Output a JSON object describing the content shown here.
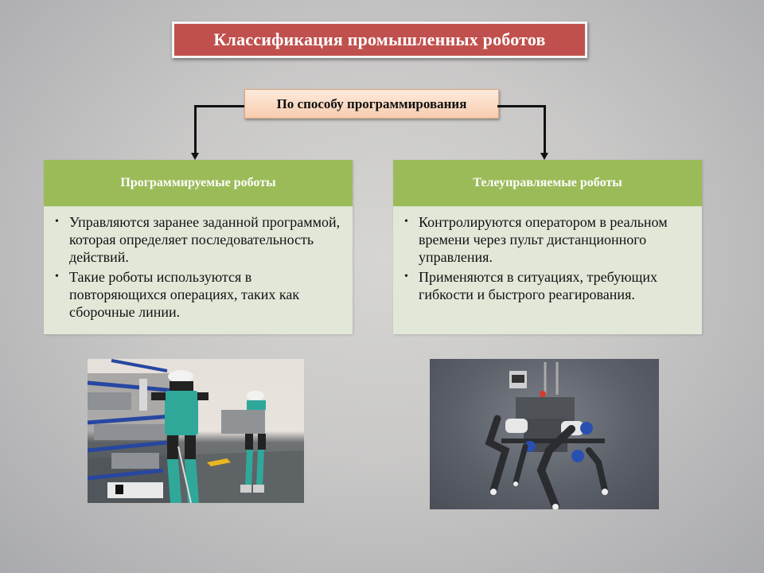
{
  "slide": {
    "title": "Классификация промышленных роботов",
    "subtitle": "По способу программирования",
    "colors": {
      "title_bg": "#c0504d",
      "subtitle_bg": "#f9d8c0",
      "card_header_bg": "#9bbb59",
      "card_body_bg": "#e1e8d8"
    }
  },
  "cards": [
    {
      "header": "Программируемые роботы",
      "bullets": [
        "Управляются заранее заданной программой, которая определяет последовательность действий.",
        "Такие роботы используются в повторяющихся операциях, таких как сборочные линии."
      ]
    },
    {
      "header": "Телеуправляемые роботы",
      "bullets": [
        "Контролируются оператором в реальном времени через пульт дистанционного управления.",
        "Применяются в ситуациях, требующих гибкости и быстрого реагирования."
      ]
    }
  ],
  "images": [
    {
      "label": "humanoid-robots-warehouse-photo"
    },
    {
      "label": "quadruped-robot-photo"
    }
  ],
  "bullet_glyph": "•"
}
